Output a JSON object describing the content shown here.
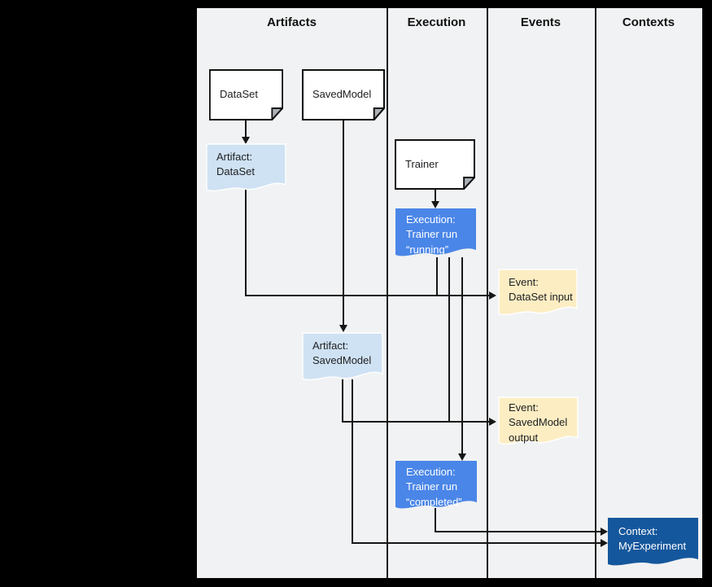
{
  "header": {
    "columns": [
      {
        "label": "Artifacts"
      },
      {
        "label": "Execution"
      },
      {
        "label": "Events"
      },
      {
        "label": "Contexts"
      }
    ]
  },
  "nodes": {
    "dataset": {
      "label": "DataSet",
      "type": "source-box"
    },
    "savedmodel": {
      "label": "SavedModel",
      "type": "source-box"
    },
    "trainer": {
      "label": "Trainer",
      "type": "source-box"
    },
    "artifact_dataset": {
      "label": "Artifact:\nDataSet",
      "type": "artifact"
    },
    "execution_running": {
      "label": "Execution:\nTrainer run\n“running”",
      "type": "execution"
    },
    "event_dataset_input": {
      "label": "Event:\nDataSet input",
      "type": "event"
    },
    "artifact_savedmodel": {
      "label": "Artifact:\nSavedModel",
      "type": "artifact"
    },
    "event_savedmodel_output": {
      "label": "Event:\nSavedModel\noutput",
      "type": "event"
    },
    "execution_completed": {
      "label": "Execution:\nTrainer run\n“completed”",
      "type": "execution"
    },
    "context_myexperiment": {
      "label": "Context:\nMyExperiment",
      "type": "context"
    }
  },
  "colors": {
    "page_background": "#000000",
    "canvas_background": "#f1f2f3",
    "source_box_fill": "#ffffff",
    "artifact_fill": "#cfe2f3",
    "execution_fill": "#4a86e8",
    "event_fill": "#fcedc3",
    "context_fill": "#15579c",
    "line": "#161616"
  }
}
